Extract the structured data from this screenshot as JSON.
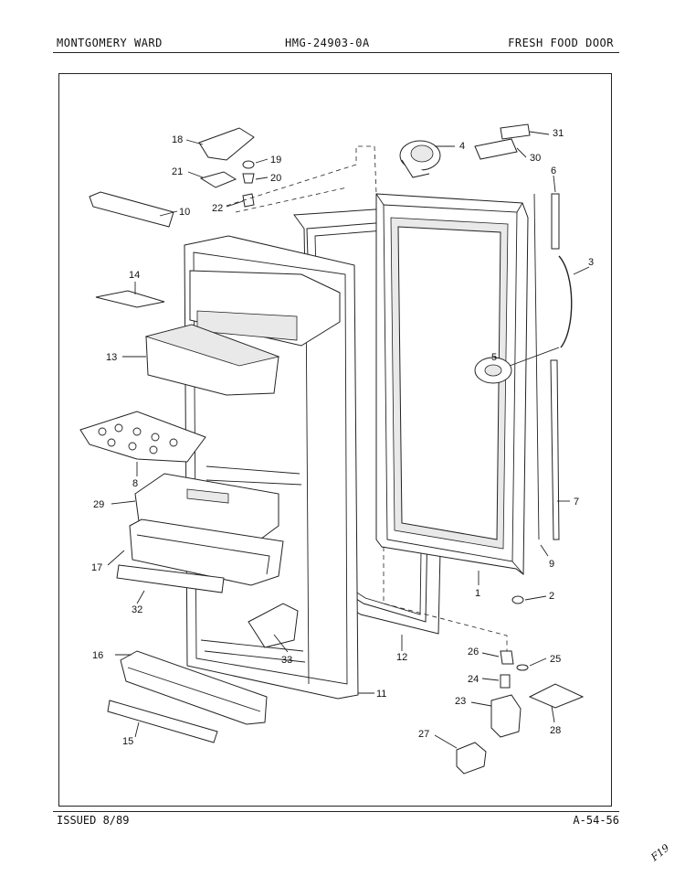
{
  "header": {
    "left": "MONTGOMERY WARD",
    "center": "HMG-24903-0A",
    "right": "FRESH FOOD DOOR"
  },
  "footer": {
    "issued": "ISSUED 8/89",
    "page": "A-54-56"
  },
  "handwritten_mark": "F19",
  "part_labels": {
    "p1": "1",
    "p2": "2",
    "p3": "3",
    "p4": "4",
    "p5": "5",
    "p6": "6",
    "p7": "7",
    "p8": "8",
    "p9": "9",
    "p10": "10",
    "p11": "11",
    "p12": "12",
    "p13": "13",
    "p14": "14",
    "p15": "15",
    "p16": "16",
    "p17": "17",
    "p18": "18",
    "p19": "19",
    "p20": "20",
    "p21": "21",
    "p22": "22",
    "p23": "23",
    "p24": "24",
    "p25": "25",
    "p26": "26",
    "p27": "27",
    "p28": "28",
    "p29": "29",
    "p30": "30",
    "p31": "31",
    "p32": "32",
    "p33": "33"
  }
}
